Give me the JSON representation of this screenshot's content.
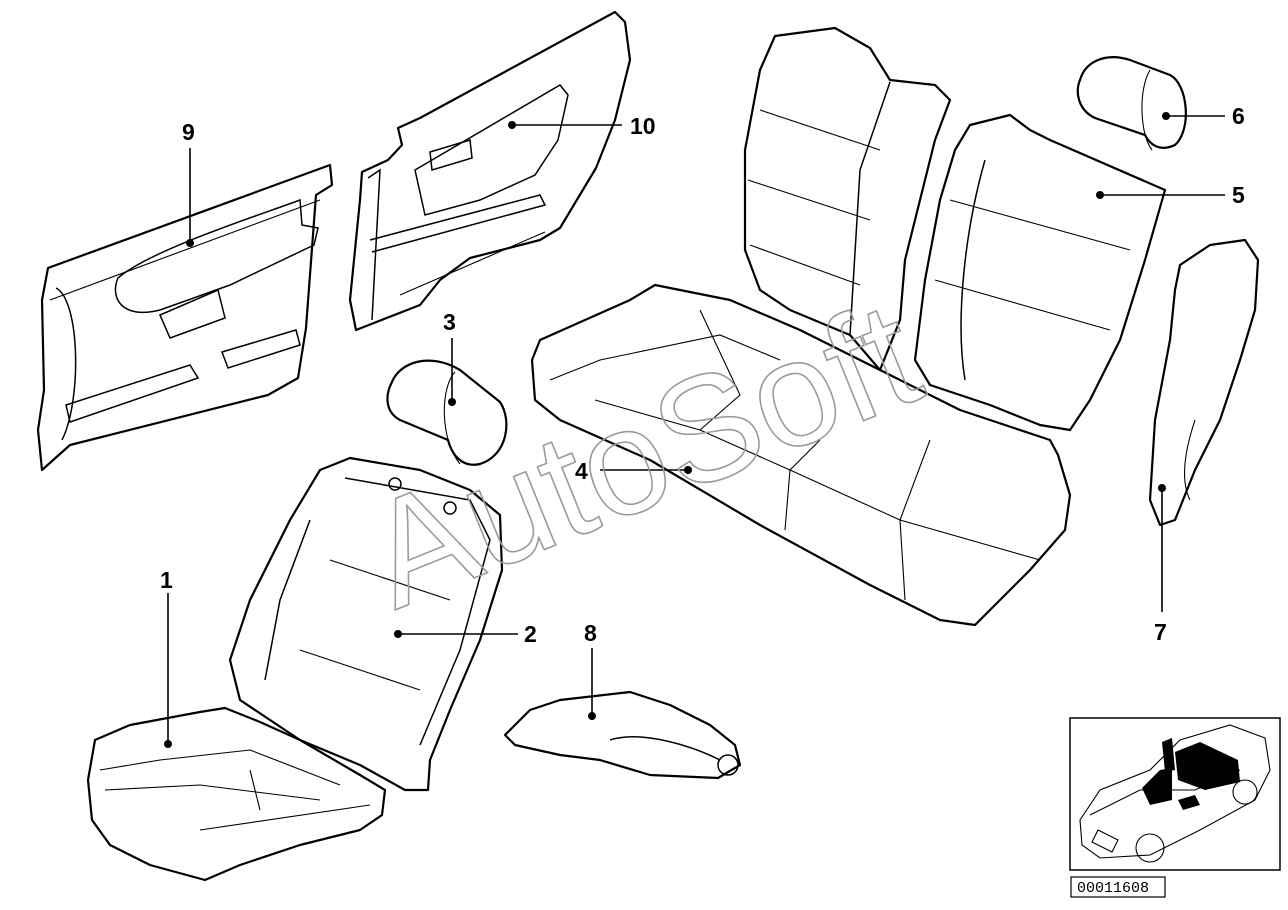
{
  "callouts": [
    {
      "id": "1",
      "label": "1"
    },
    {
      "id": "2",
      "label": "2"
    },
    {
      "id": "3",
      "label": "3"
    },
    {
      "id": "4",
      "label": "4"
    },
    {
      "id": "5",
      "label": "5"
    },
    {
      "id": "6",
      "label": "6"
    },
    {
      "id": "7",
      "label": "7"
    },
    {
      "id": "8",
      "label": "8"
    },
    {
      "id": "9",
      "label": "9"
    },
    {
      "id": "10",
      "label": "10"
    }
  ],
  "watermark": "AutoSoft",
  "diagram_id": "00011608",
  "colors": {
    "line": "#000000",
    "background": "#ffffff",
    "watermark": "#9a9a9a",
    "thumbnail_fill": "#000000"
  }
}
